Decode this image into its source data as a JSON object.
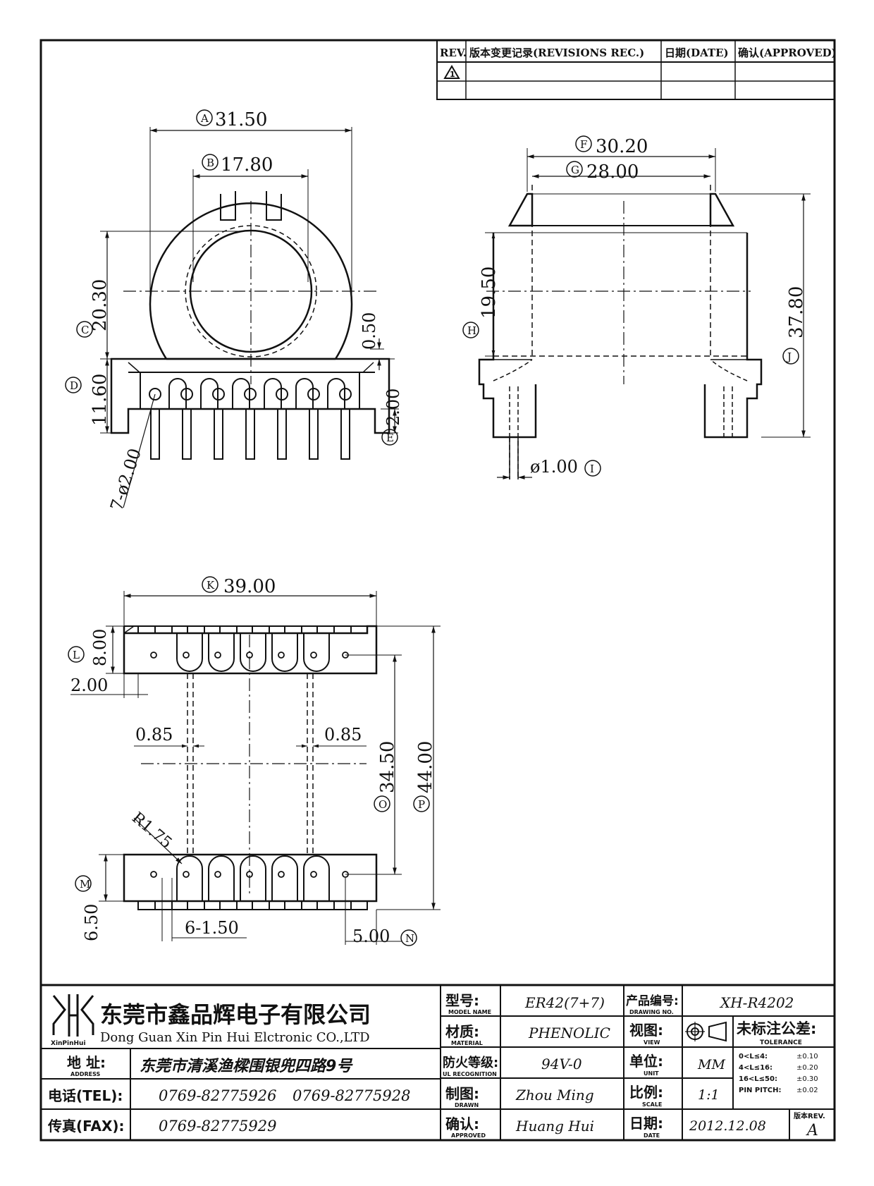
{
  "revisions": {
    "rev": "REV.",
    "record": "版本变更记录(REVISIONS REC.)",
    "date": "日期(DATE)",
    "approved": "确认(APPROVED)",
    "first_mark": "1"
  },
  "dims": {
    "A": "31.50",
    "B": "17.80",
    "C": "20.30",
    "D": "11.60",
    "E": "2.00",
    "H1": "0.50",
    "pins": "7-ø2.00",
    "F": "30.20",
    "G": "28.00",
    "H": "19.50",
    "J": "37.80",
    "I": "ø1.00",
    "K": "39.00",
    "L": "8.00",
    "L2": "2.00",
    "g1": "0.85",
    "g2": "0.85",
    "O": "34.50",
    "P": "44.00",
    "R": "R1.75",
    "M": "6.50",
    "pitch": "6-1.50",
    "N": "5.00"
  },
  "letters": {
    "A": "A",
    "B": "B",
    "C": "C",
    "D": "D",
    "E": "E",
    "F": "F",
    "G": "G",
    "H": "H",
    "I": "I",
    "J": "J",
    "K": "K",
    "L": "L",
    "M": "M",
    "N": "N",
    "O": "O",
    "P": "P"
  },
  "company": {
    "logo_text": "XinPinHui",
    "name_cn": "东莞市鑫品辉电子有限公司",
    "name_en": "Dong Guan Xin Pin Hui Elctronic CO.,LTD",
    "address_label": "地 址:",
    "address_label_en": "ADDRESS",
    "address": "东莞市清溪渔樑围银兜四路9号",
    "tel_label": "电话(TEL):",
    "tel1": "0769-82775926",
    "tel2": "0769-82775928",
    "fax_label": "传真(FAX):",
    "fax": "0769-82775929"
  },
  "title_block": {
    "model_label": "型号:",
    "model_label_en": "MODEL NAME",
    "model": "ER42(7+7)",
    "material_label": "材质:",
    "material_label_en": "MATERIAL",
    "material": "PHENOLIC",
    "ul_label": "防火等级:",
    "ul_label_en": "UL RECOGNITION",
    "ul": "94V-0",
    "drawn_label": "制图:",
    "drawn_label_en": "DRAWN",
    "drawn": "Zhou Ming",
    "approved_label": "确认:",
    "approved_label_en": "APPROVED",
    "approved": "Huang Hui",
    "drawing_no_label": "产品编号:",
    "drawing_no_label_en": "DRAWING NO.",
    "drawing_no": "XH-R4202",
    "view_label": "视图:",
    "view_label_en": "VIEW",
    "unit_label": "单位:",
    "unit_label_en": "UNIT",
    "unit": "MM",
    "scale_label": "比例:",
    "scale_label_en": "SCALE",
    "scale": "1:1",
    "date_label": "日期:",
    "date_label_en": "DATE",
    "date": "2012.12.08",
    "tolerance_label": "未标注公差:",
    "tolerance_label_en": "TOLERANCE",
    "tolerances": [
      {
        "range": "0<L≤4:",
        "value": "±0.10"
      },
      {
        "range": "4<L≤16:",
        "value": "±0.20"
      },
      {
        "range": "16<L≤50:",
        "value": "±0.30"
      },
      {
        "range": "PIN PITCH:",
        "value": "±0.02"
      }
    ],
    "rev_label": "版本REV.",
    "rev": "A"
  }
}
